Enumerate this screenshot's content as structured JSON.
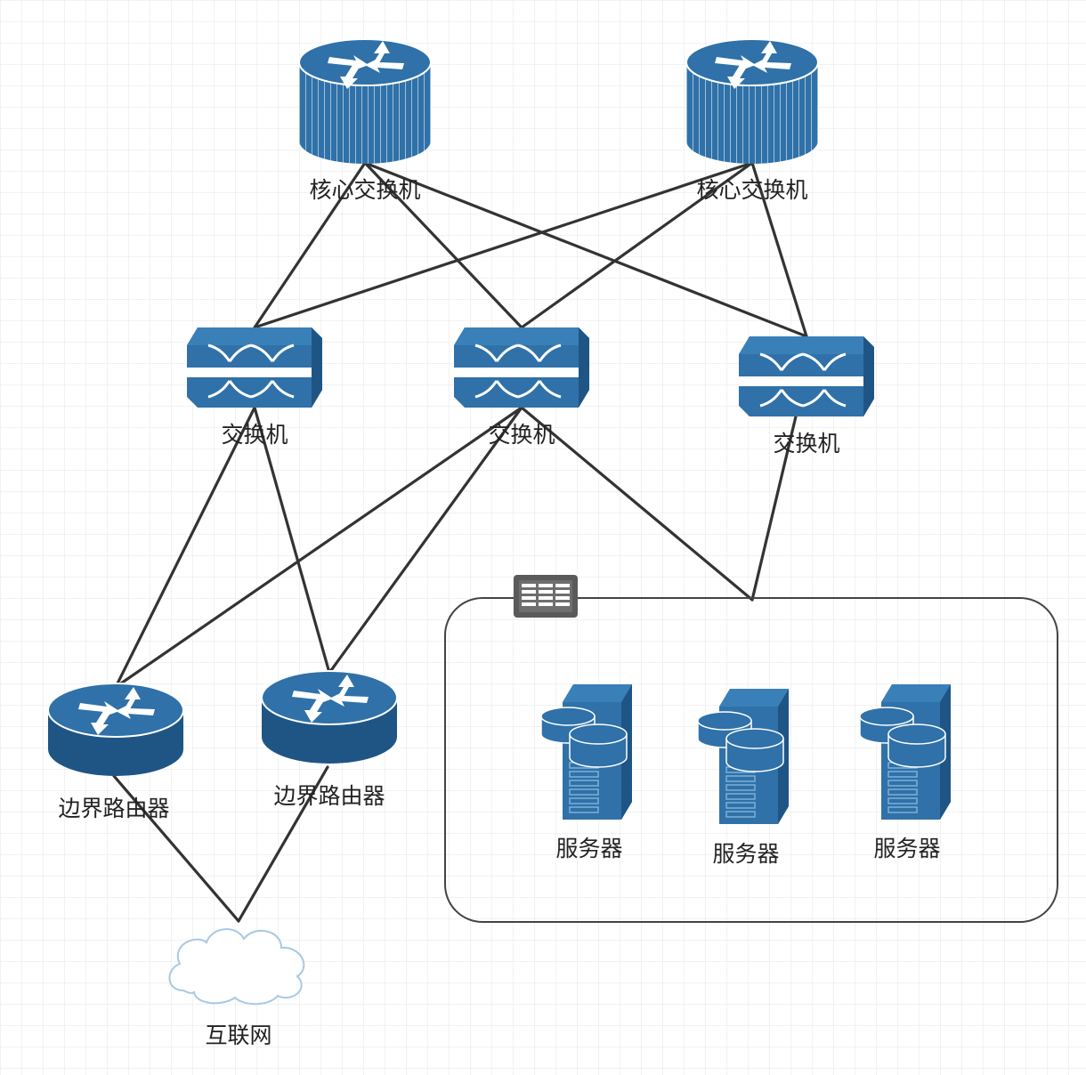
{
  "colors": {
    "device": "#2f71a8",
    "device_dark": "#1f5585",
    "link": "#333333",
    "grid": "#e4e4e4",
    "cloud_stroke": "#a8c8e4",
    "group_icon": "#555555"
  },
  "icons": {
    "core_switch": "core-router-icon",
    "switch": "layer3-switch-icon",
    "edge_router": "router-icon",
    "server": "server-icon",
    "internet": "cloud-icon",
    "group": "server-rack-group-icon"
  },
  "nodes": {
    "core1": {
      "label": "核心交换机"
    },
    "core2": {
      "label": "核心交换机"
    },
    "sw1": {
      "label": "交换机"
    },
    "sw2": {
      "label": "交换机"
    },
    "sw3": {
      "label": "交换机"
    },
    "edge1": {
      "label": "边界路由器"
    },
    "edge2": {
      "label": "边界路由器"
    },
    "server1": {
      "label": "服务器"
    },
    "server2": {
      "label": "服务器"
    },
    "server3": {
      "label": "服务器"
    },
    "internet": {
      "label": "互联网"
    }
  },
  "links": [
    [
      "core1",
      "sw1"
    ],
    [
      "core1",
      "sw2"
    ],
    [
      "core1",
      "sw3"
    ],
    [
      "core2",
      "sw1"
    ],
    [
      "core2",
      "sw2"
    ],
    [
      "core2",
      "sw3"
    ],
    [
      "sw1",
      "edge1"
    ],
    [
      "sw1",
      "edge2"
    ],
    [
      "sw2",
      "edge1"
    ],
    [
      "sw2",
      "edge2"
    ],
    [
      "sw2",
      "server-group"
    ],
    [
      "sw3",
      "server-group"
    ],
    [
      "edge1",
      "internet"
    ],
    [
      "edge2",
      "internet"
    ]
  ]
}
